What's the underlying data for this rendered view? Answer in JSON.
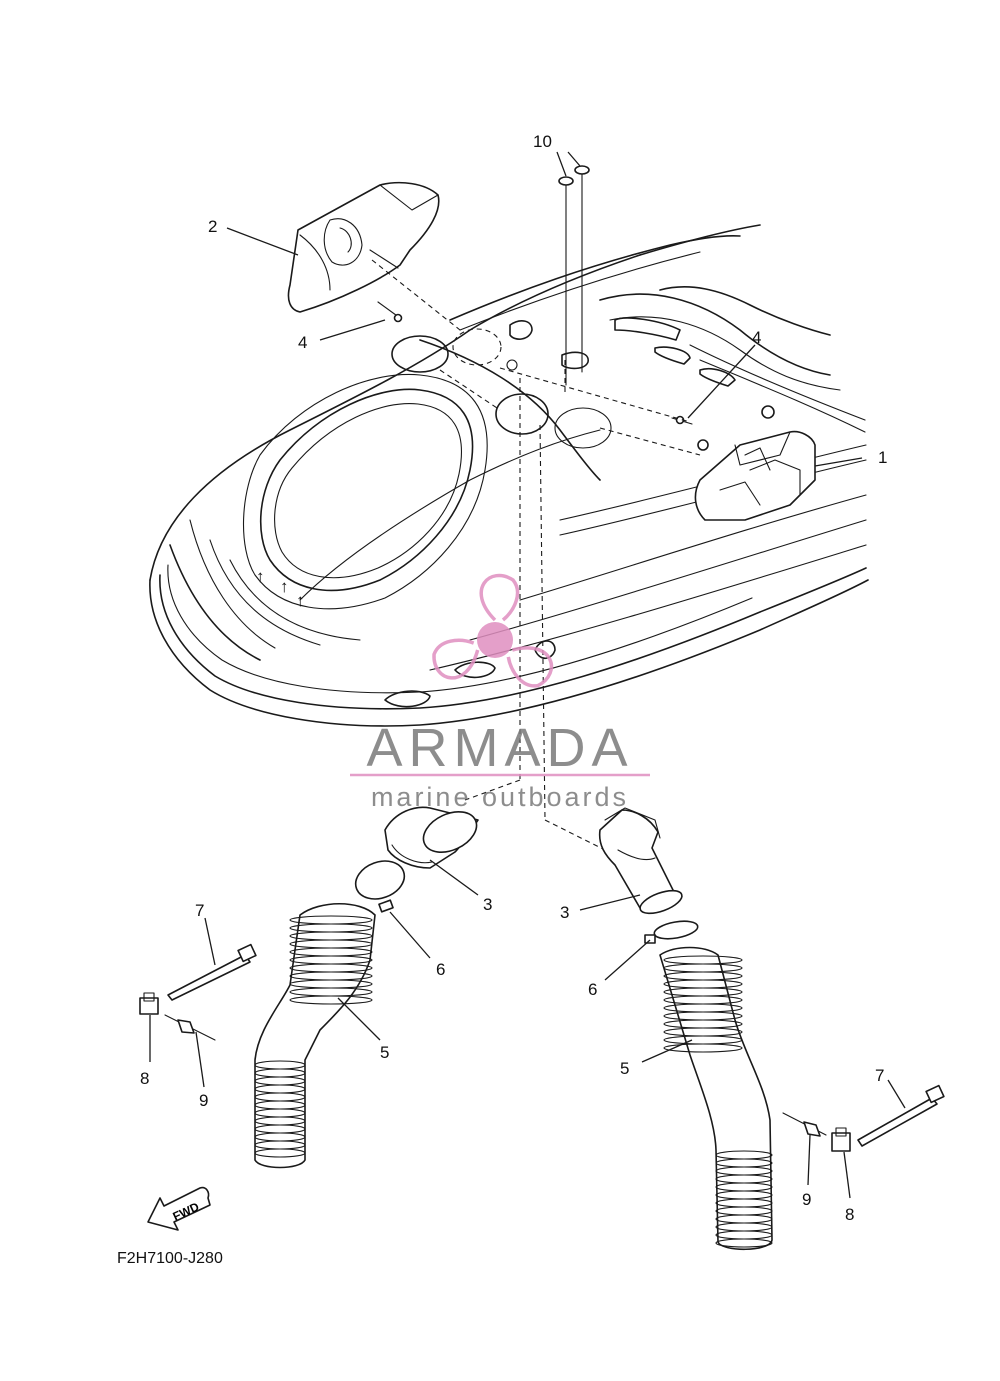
{
  "diagram": {
    "drawing_code": "F2H7100-J280",
    "fwd_label": "FWD",
    "callouts": [
      {
        "id": "c1",
        "label": "1"
      },
      {
        "id": "c2",
        "label": "2"
      },
      {
        "id": "c3a",
        "label": "3"
      },
      {
        "id": "c3b",
        "label": "3"
      },
      {
        "id": "c4a",
        "label": "4"
      },
      {
        "id": "c4b",
        "label": "4"
      },
      {
        "id": "c5a",
        "label": "5"
      },
      {
        "id": "c5b",
        "label": "5"
      },
      {
        "id": "c6a",
        "label": "6"
      },
      {
        "id": "c6b",
        "label": "6"
      },
      {
        "id": "c7a",
        "label": "7"
      },
      {
        "id": "c7b",
        "label": "7"
      },
      {
        "id": "c8a",
        "label": "8"
      },
      {
        "id": "c8b",
        "label": "8"
      },
      {
        "id": "c9a",
        "label": "9"
      },
      {
        "id": "c9b",
        "label": "9"
      },
      {
        "id": "c10",
        "label": "10"
      }
    ]
  },
  "watermark": {
    "brand": "ARMADA",
    "tagline": "marine outboards",
    "brand_color": "#7a7a7a",
    "logo_color": "#e08fc0"
  }
}
